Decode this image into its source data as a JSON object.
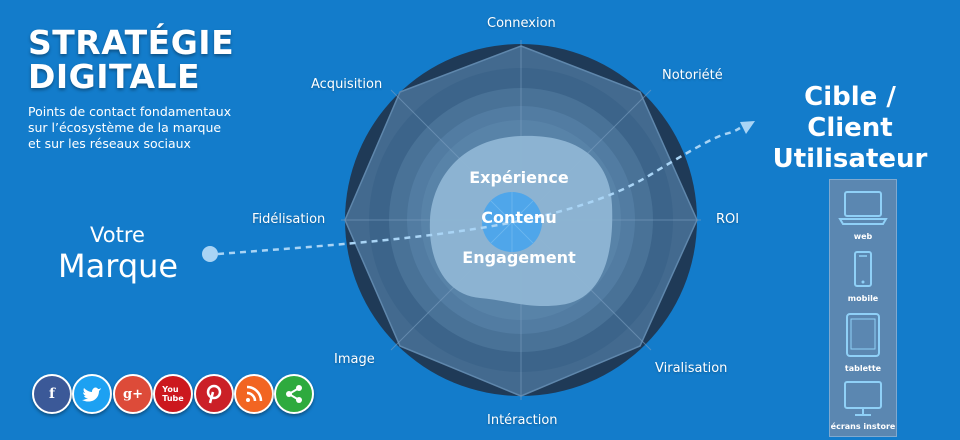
{
  "header": {
    "title_line1": "STRATÉGIE",
    "title_line2": "DIGITALE",
    "subtitle_lines": [
      "Points de contact fondamentaux",
      "sur l’écosystème de la marque",
      "et sur les réseaux sociaux"
    ]
  },
  "brand": {
    "line1": "Votre",
    "line2": "Marque"
  },
  "target": {
    "line1": "Cible / Client",
    "line2": "Utilisateur"
  },
  "axes": {
    "top": "Connexion",
    "top_right": "Notoriété",
    "right": "ROI",
    "bottom_right": "Viralisation",
    "bottom": "Intéraction",
    "bottom_left": "Image",
    "left": "Fidélisation",
    "top_left": "Acquisition"
  },
  "center": {
    "line1": "Expérience",
    "line2": "Contenu",
    "line3": "Engagement"
  },
  "devices": {
    "web": "web",
    "mobile": "mobile",
    "tablet": "tablette",
    "instore": "écrans instore"
  },
  "social_icons": [
    "facebook-icon",
    "twitter-icon",
    "google-plus-icon",
    "youtube-icon",
    "pinterest-icon",
    "rss-icon",
    "share-icon"
  ],
  "colors": {
    "background": "#137ccb",
    "circle_dark": "#1f3a57",
    "circle_mid": "#325a7f",
    "octagon": "#4a7398",
    "center_blob": "#8cb2d2",
    "center_core": "#4fa6ea",
    "facebook": "#3b5998",
    "twitter": "#1da1f2",
    "google_plus": "#dd4b39",
    "youtube": "#cc181e",
    "pinterest": "#cb2027",
    "rss": "#f26522",
    "share": "#2eaa3e"
  }
}
